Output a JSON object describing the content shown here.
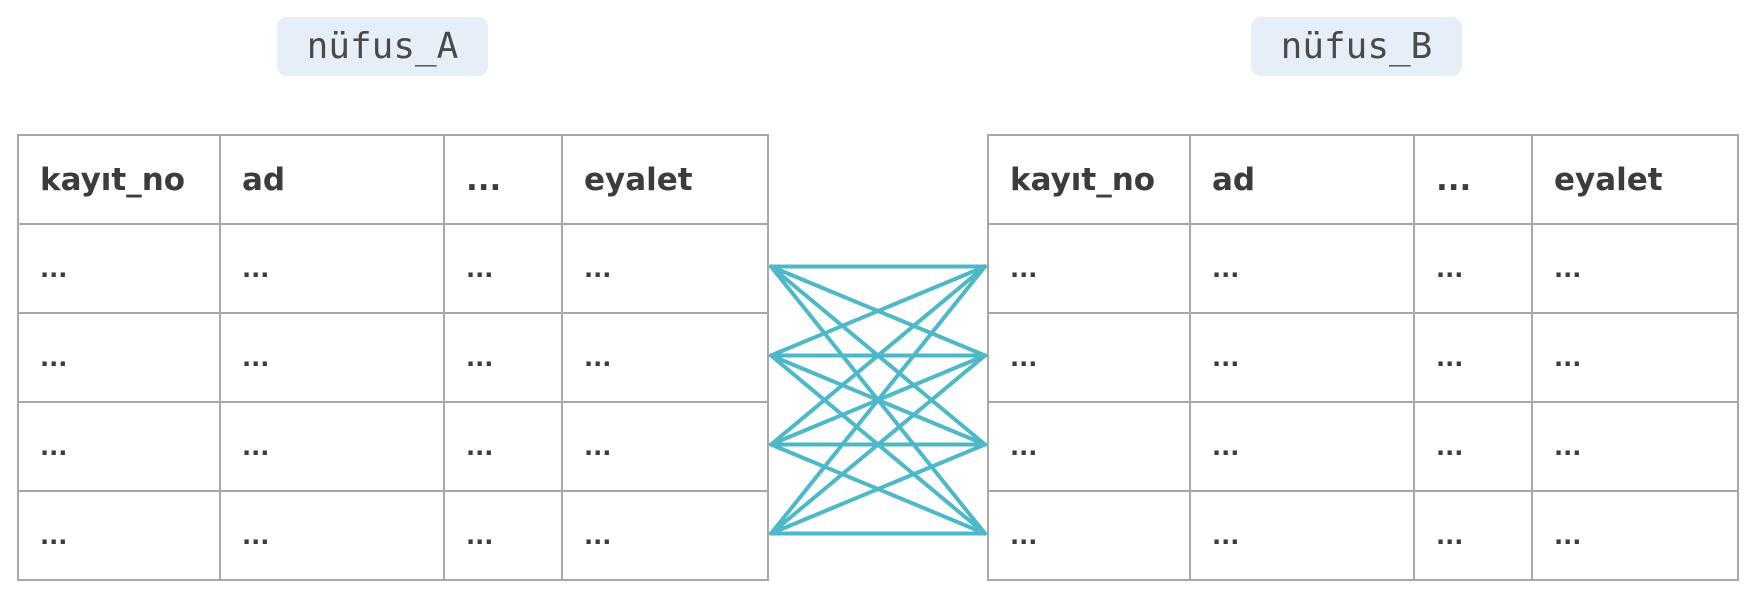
{
  "tables": [
    {
      "name": "nüfus_A",
      "columns": [
        "kayıt_no",
        "ad",
        "...",
        "eyalet"
      ],
      "rows": [
        [
          "...",
          "...",
          "...",
          "..."
        ],
        [
          "...",
          "...",
          "...",
          "..."
        ],
        [
          "...",
          "...",
          "...",
          "..."
        ],
        [
          "...",
          "...",
          "...",
          "..."
        ]
      ]
    },
    {
      "name": "nüfus_B",
      "columns": [
        "kayıt_no",
        "ad",
        "...",
        "eyalet"
      ],
      "rows": [
        [
          "...",
          "...",
          "...",
          "..."
        ],
        [
          "...",
          "...",
          "...",
          "..."
        ],
        [
          "...",
          "...",
          "...",
          "..."
        ],
        [
          "...",
          "...",
          "...",
          "..."
        ]
      ]
    }
  ],
  "connections": {
    "color": "#4db8c8",
    "description": "every row of nüfus_A linked to every row of nüfus_B",
    "pairs": [
      [
        0,
        0
      ],
      [
        0,
        1
      ],
      [
        0,
        2
      ],
      [
        0,
        3
      ],
      [
        1,
        0
      ],
      [
        1,
        1
      ],
      [
        1,
        2
      ],
      [
        1,
        3
      ],
      [
        2,
        0
      ],
      [
        2,
        1
      ],
      [
        2,
        2
      ],
      [
        2,
        3
      ],
      [
        3,
        0
      ],
      [
        3,
        1
      ],
      [
        3,
        2
      ],
      [
        3,
        3
      ]
    ]
  },
  "colors": {
    "label_background": "#e6eef7",
    "grid": "#a8a8a8",
    "text": "#3c3c3c"
  }
}
